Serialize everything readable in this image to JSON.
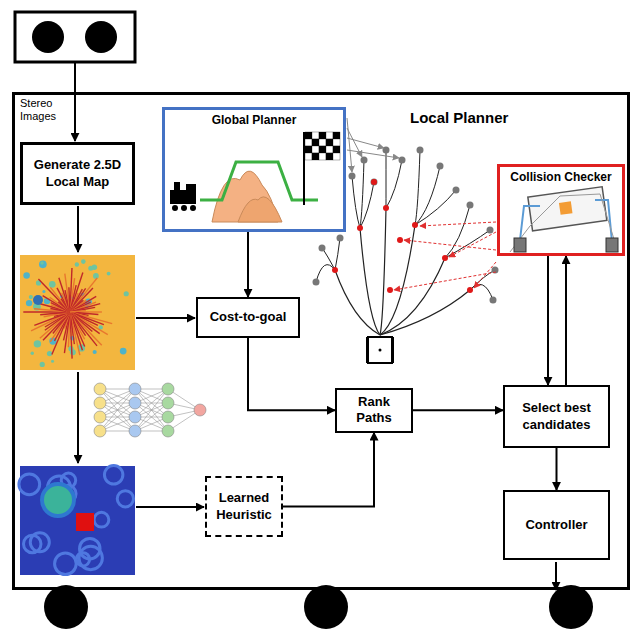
{
  "diagram": {
    "nodes": [
      {
        "text": [
          "Local Planner"
        ]
      },
      {
        "text": [
          "Generate 2.5D Local Map"
        ],
        "in": 0
      },
      {
        "text": [
          "Global Planner"
        ],
        "in": 0
      },
      {
        "text": [
          "Cost-to-goal"
        ],
        "in": 0
      },
      {
        "text": [
          "Collision Checker"
        ],
        "in": 0
      },
      {
        "text": [
          "Rank Paths"
        ],
        "in": 0
      },
      {
        "text": [
          "Select best candidates"
        ],
        "in": 0
      },
      {
        "text": [
          "Learned Heuristic"
        ],
        "in": 0
      },
      {
        "text": [
          "Controller"
        ],
        "in": 0
      }
    ],
    "edges": [
      {
        "from": 2,
        "to": 3,
        "arrow": "to"
      },
      {
        "from": 3,
        "to": 5,
        "arrow": "to"
      },
      {
        "from": 7,
        "to": 5,
        "arrow": "to"
      },
      {
        "from": 5,
        "to": 6,
        "arrow": "to"
      },
      {
        "from": 6,
        "to": 4,
        "arrow": "to"
      },
      {
        "from": 4,
        "to": 6,
        "arrow": "to"
      },
      {
        "from": 6,
        "to": 8,
        "arrow": "to"
      }
    ],
    "labels": [
      "Stereo Images"
    ]
  }
}
